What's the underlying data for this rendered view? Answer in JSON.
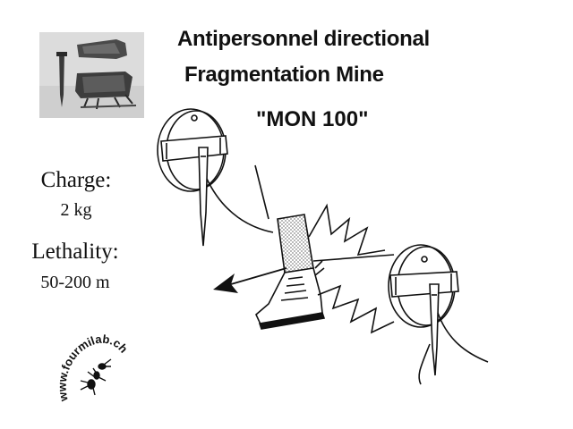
{
  "slide": {
    "title_line1": "Antipersonnel directional",
    "title_line2": "Fragmentation Mine",
    "title_line3": "\"MON 100\""
  },
  "stats": {
    "charge_label": "Charge:",
    "charge_value": "2 kg",
    "lethality_label": "Lethality:",
    "lethality_value": "50-200 m"
  },
  "watermark": {
    "text": "www.fourmilab.ch",
    "icon": "ant-icon"
  },
  "colors": {
    "ink": "#111111",
    "photo_bg": "#d9d9d9",
    "boot_stipple": "#9a9a9a"
  }
}
